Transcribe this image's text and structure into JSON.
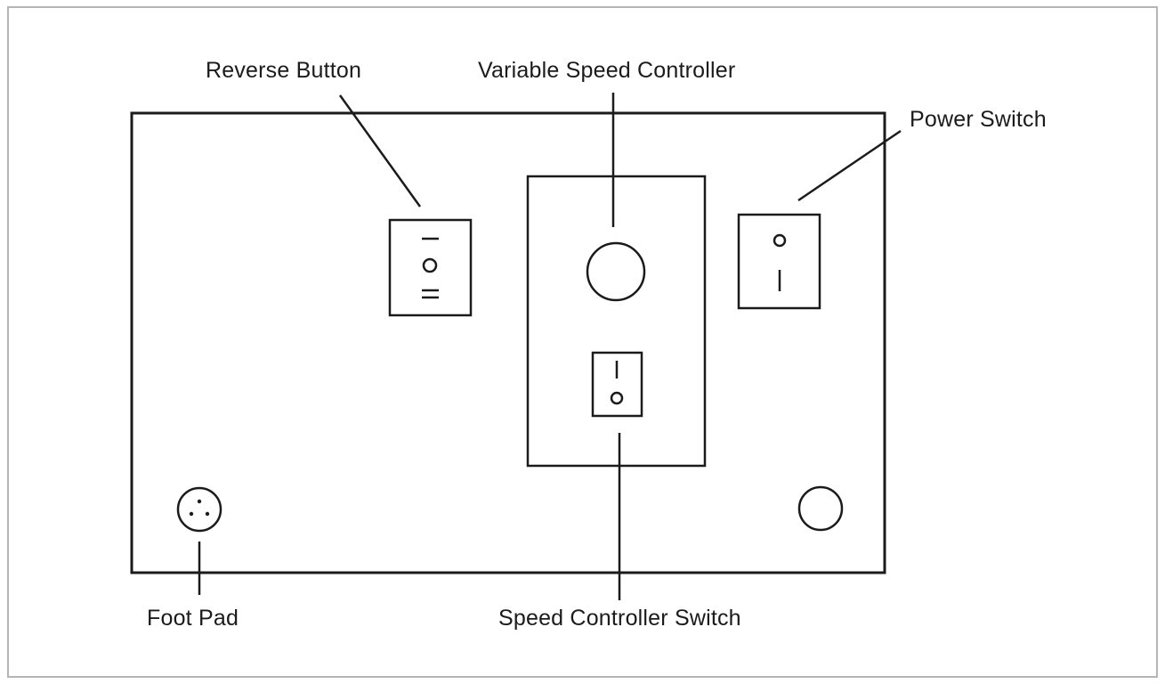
{
  "labels": {
    "reverse_button": "Reverse Button",
    "variable_speed_controller": "Variable Speed Controller",
    "power_switch": "Power Switch",
    "foot_pad": "Foot Pad",
    "speed_controller_switch": "Speed Controller Switch"
  },
  "colors": {
    "line": "#1b1b1b",
    "frame": "#b5b5b5",
    "background": "#ffffff"
  }
}
